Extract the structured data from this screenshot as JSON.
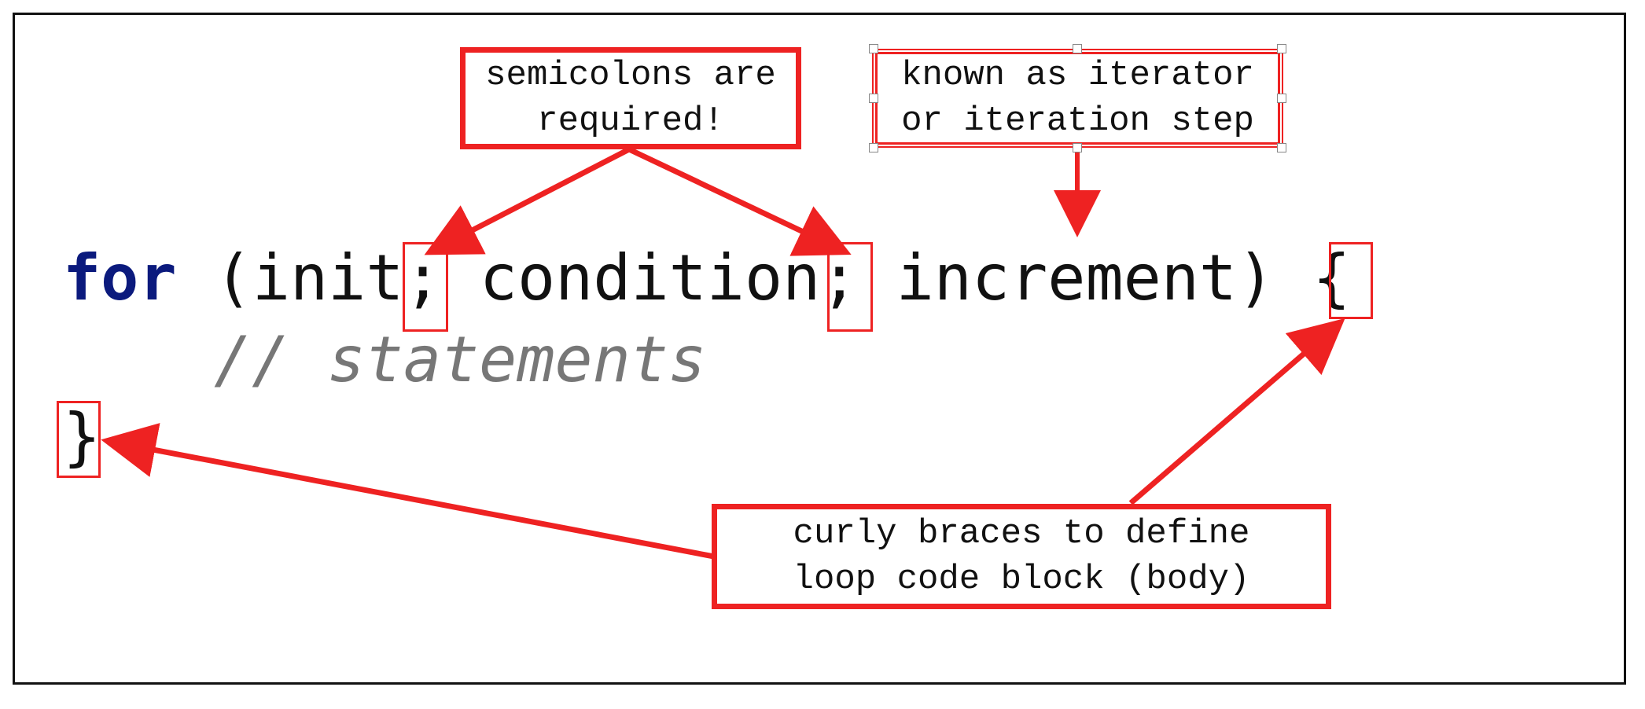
{
  "code": {
    "keyword": "for",
    "header_rest": " (init; condition; increment) {",
    "comment": "// statements",
    "closing_brace": "}"
  },
  "annotations": {
    "semicolons": {
      "line1": "semicolons are",
      "line2": "required!"
    },
    "increment": {
      "line1": "known as iterator",
      "line2": "or iteration step"
    },
    "braces": {
      "line1": "curly braces to define",
      "line2": "loop code block (body)"
    }
  },
  "colors": {
    "annotation_red": "#ee2222",
    "keyword": "#0b1a7d",
    "comment": "#777777",
    "text": "#111111"
  }
}
